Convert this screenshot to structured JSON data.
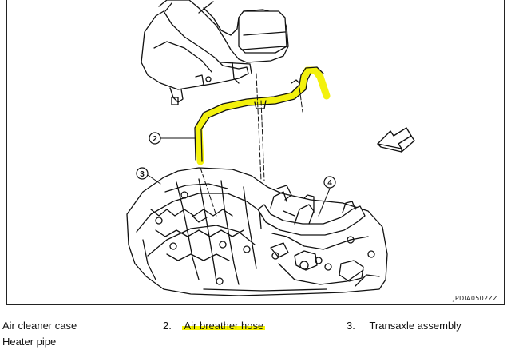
{
  "figure": {
    "id": "JPDIA0502ZZ",
    "callouts": [
      "2",
      "3",
      "4"
    ],
    "highlight_color": "#f2f000"
  },
  "legend": {
    "items": [
      {
        "num": "",
        "label": "Air cleaner case"
      },
      {
        "num": "2.",
        "label": "Air breather hose",
        "highlighted": true
      },
      {
        "num": "3.",
        "label": "Transaxle assembly"
      },
      {
        "num": "",
        "label": "Heater pipe"
      }
    ]
  }
}
